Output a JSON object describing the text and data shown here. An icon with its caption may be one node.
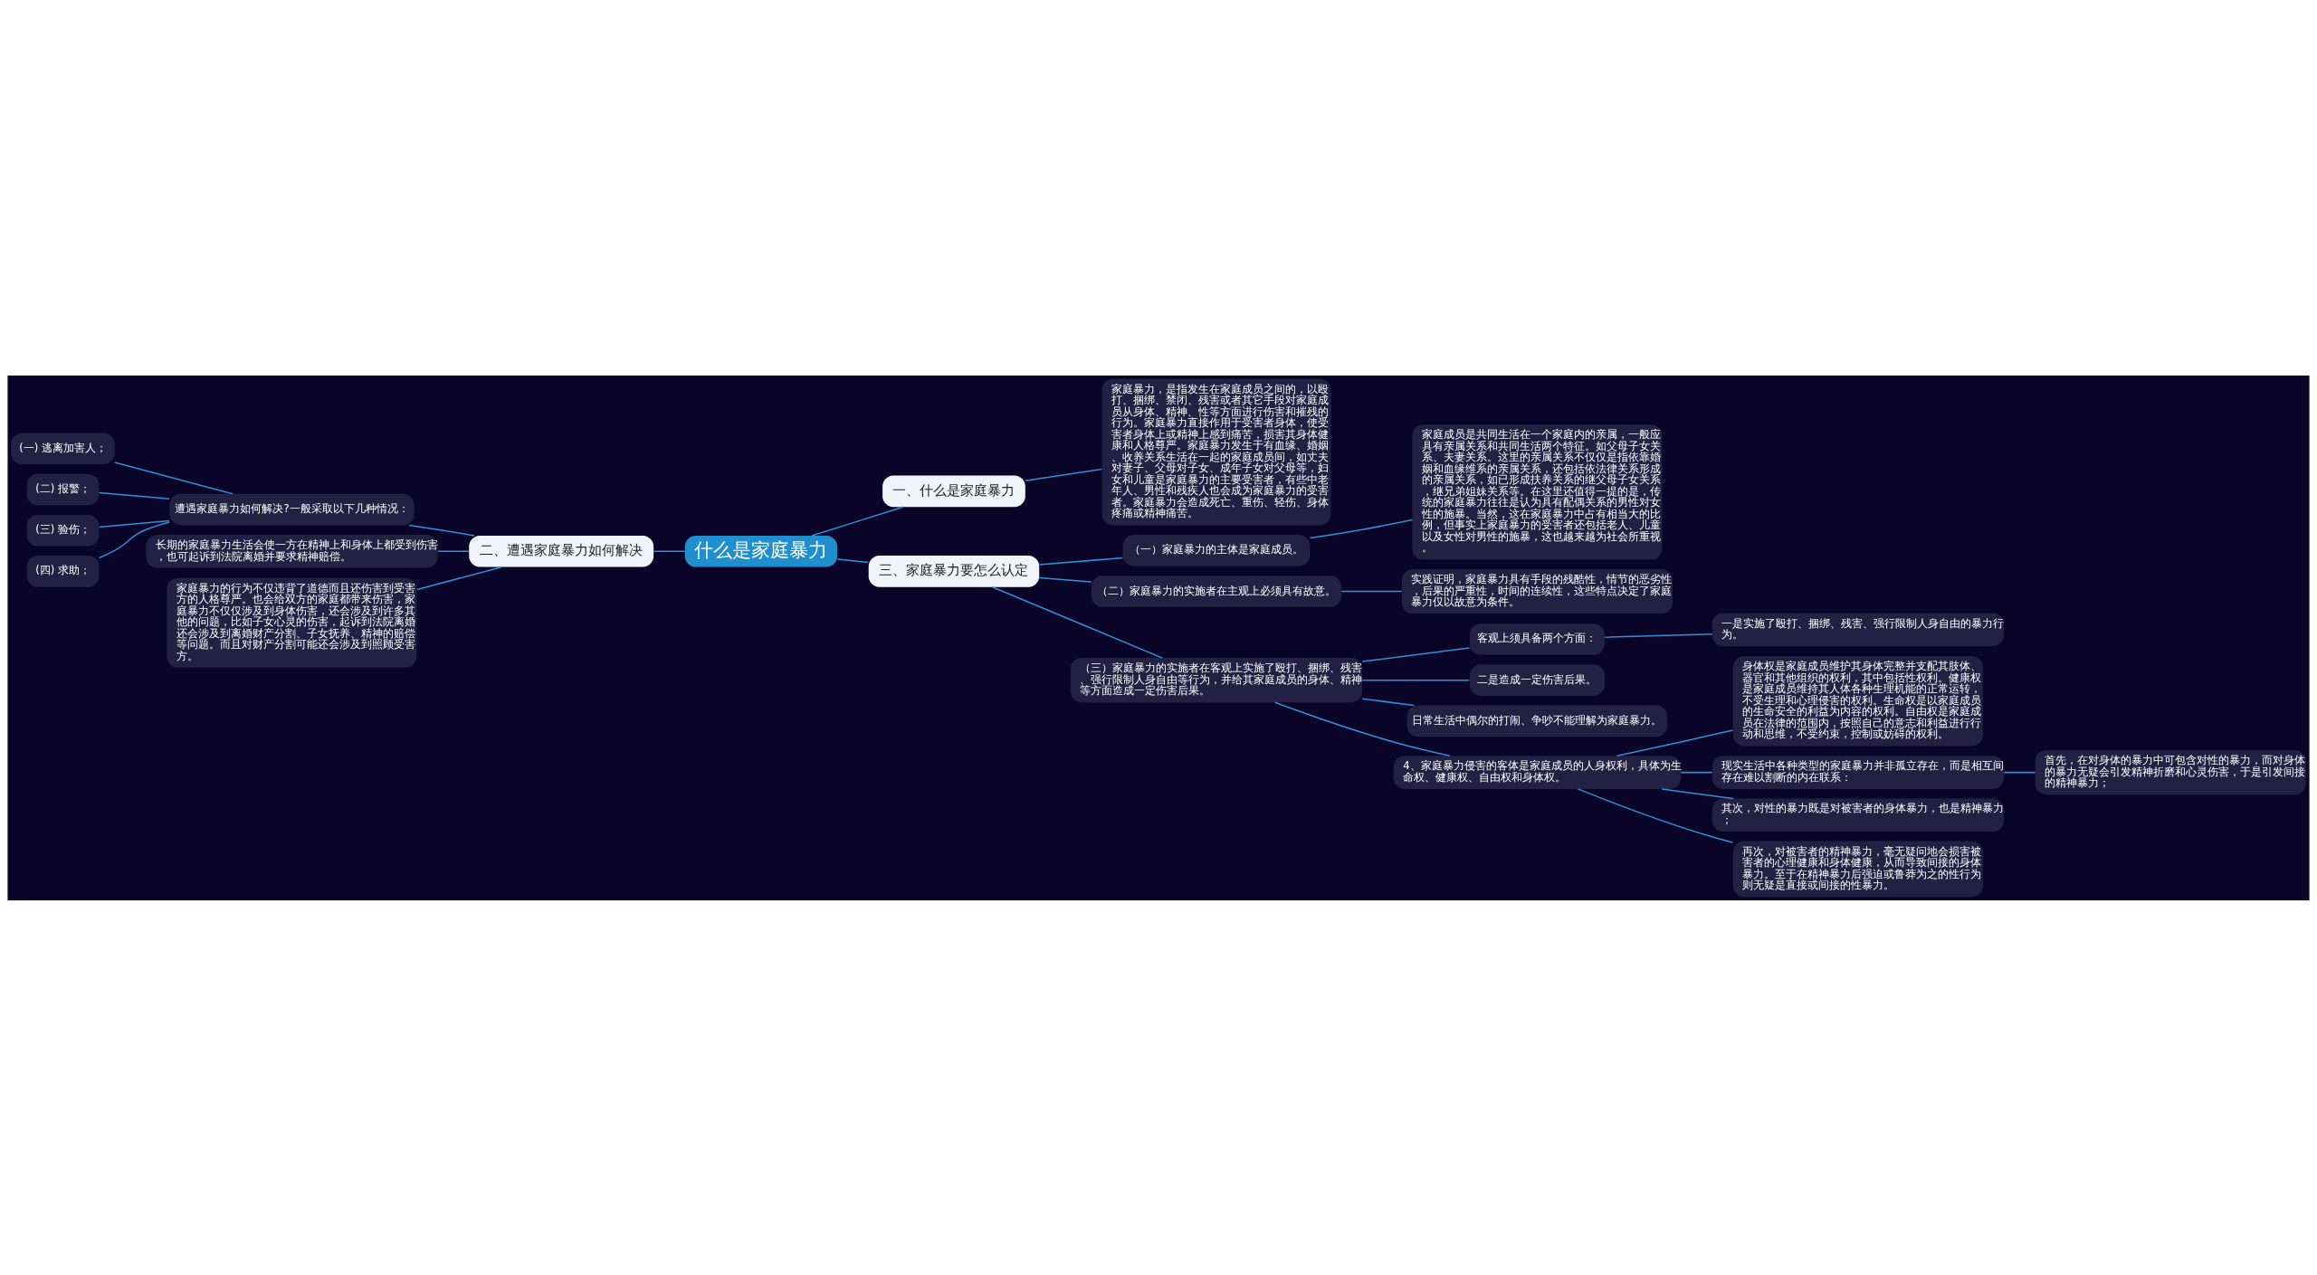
{
  "diagram": {
    "nodes": [
      {
        "text": [
          "什么是家庭暴力"
        ]
      },
      {
        "text": [
          "一、什么是家庭暴力"
        ]
      },
      {
        "text": [
          "家庭暴力，是指发生在家庭成员之间的，以殴打、捆绑、禁闭、残害或者其它手段对家庭成员从身体、精神、性等方面进行伤害和摧残的行为。家庭暴力直接作用于受害者身体，使受害者身体上或精神上感到痛苦，损害其身体健康和人格尊严。家庭暴力发生于有血缘、婚姻、收养关系生活在一起的家庭成员间，如丈夫对妻子、父母对子女、成年子女对父母等，妇女和儿童是家庭暴力的主要受害者，有些中老年人、男性和残疾人也会成为家庭暴力的受害者。家庭暴力会造成死亡、重伤、轻伤、身体疼痛或精神痛苦。"
        ]
      },
      {
        "text": [
          "二、遭遇家庭暴力如何解决"
        ]
      },
      {
        "text": [
          "遭遇家庭暴力如何解决?一般采取以下几种情况："
        ]
      },
      {
        "text": [
          "(一) 逃离加害人；"
        ]
      },
      {
        "text": [
          "(二) 报警；"
        ]
      },
      {
        "text": [
          "(三) 验伤；"
        ]
      },
      {
        "text": [
          "(四) 求助；"
        ]
      },
      {
        "text": [
          "长期的家庭暴力生活会使一方在精神上和身体上都受到伤害，也可起诉到法院离婚并要求精神赔偿。"
        ]
      },
      {
        "text": [
          "家庭暴力的行为不仅违背了道德而且还伤害到受害方的人格尊严。也会给双方的家庭都带来伤害，家庭暴力不仅仅涉及到身体伤害，还会涉及到许多其他的问题，比如子女心灵的伤害，起诉到法院离婚还会涉及到离婚财产分割、子女抚养、精神的赔偿等问题。而且对财产分割可能还会涉及到照顾受害方。"
        ]
      },
      {
        "text": [
          "三、家庭暴力要怎么认定"
        ]
      },
      {
        "text": [
          "（一）家庭暴力的主体是家庭成员。"
        ]
      },
      {
        "text": [
          "家庭成员是共同生活在一个家庭内的亲属，一般应具有亲属关系和共同生活两个特征。如父母子女关系、夫妻关系。这里的亲属关系不仅仅是指依靠婚姻和血缘维系的亲属关系，还包括依法律关系形成的亲属关系，如已形成扶养关系的继父母子女关系，继兄弟姐妹关系等。在这里还值得一提的是，传统的家庭暴力往往是认为具有配偶关系的男性对女性的施暴。当然，这在家庭暴力中占有相当大的比例，但事实上家庭暴力的受害者还包括老人、儿童以及女性对男性的施暴，这也越来越为社会所重视。"
        ]
      },
      {
        "text": [
          "（二）家庭暴力的实施者在主观上必须具有故意。"
        ]
      },
      {
        "text": [
          "实践证明，家庭暴力具有手段的残酷性，情节的恶劣性，后果的严重性，时间的连续性，这些特点决定了家庭暴力仅以故意为条件。"
        ]
      },
      {
        "text": [
          "（三）家庭暴力的实施者在客观上实施了殴打、捆绑、残害、强行限制人身自由等行为，并给其家庭成员的身体、精神等方面造成一定伤害后果。"
        ]
      },
      {
        "text": [
          "客观上须具备两个方面："
        ]
      },
      {
        "text": [
          "一是实施了殴打、捆绑、残害、强行限制人身自由的暴力行为。"
        ]
      },
      {
        "text": [
          "二是造成一定伤害后果。"
        ]
      },
      {
        "text": [
          "日常生活中偶尔的打闹、争吵不能理解为家庭暴力。"
        ]
      },
      {
        "text": [
          "4、家庭暴力侵害的客体是家庭成员的人身权利，具体为生命权、健康权、自由权和身体权。"
        ]
      },
      {
        "text": [
          "身体权是家庭成员维护其身体完整并支配其肢体、器官和其他组织的权利，其中包括性权利。健康权是家庭成员维持其人体各种生理机能的正常运转，不受生理和心理侵害的权利。生命权是以家庭成员的生命安全的利益为内容的权利。自由权是家庭成员在法律的范围内，按照自己的意志和利益进行行动和思维，不受约束，控制或妨碍的权利。"
        ]
      },
      {
        "text": [
          "现实生活中各种类型的家庭暴力并非孤立存在，而是相互间存在难以割断的内在联系："
        ]
      },
      {
        "text": [
          "首先，在对身体的暴力中可包含对性的暴力，而对身体的暴力无疑会引发精神折磨和心灵伤害，于是引发间接的精神暴力；"
        ]
      },
      {
        "text": [
          "其次，对性的暴力既是对被害者的身体暴力，也是精神暴力；"
        ]
      },
      {
        "text": [
          "再次，对被害者的精神暴力，毫无疑问地会损害被害者的心理健康和身体健康，从而导致间接的身体暴力。至于在精神暴力后强迫或鲁莽为之的性行为则无疑是直接或间接的性暴力。"
        ]
      }
    ],
    "edges": [
      {
        "from": 0,
        "to": 1,
        "arrow": "none"
      },
      {
        "from": 1,
        "to": 2,
        "arrow": "none"
      },
      {
        "from": 0,
        "to": 3,
        "arrow": "none"
      },
      {
        "from": 3,
        "to": 4,
        "arrow": "none"
      },
      {
        "from": 4,
        "to": 5,
        "arrow": "none"
      },
      {
        "from": 4,
        "to": 6,
        "arrow": "none"
      },
      {
        "from": 4,
        "to": 7,
        "arrow": "none"
      },
      {
        "from": 4,
        "to": 8,
        "arrow": "none"
      },
      {
        "from": 3,
        "to": 9,
        "arrow": "none"
      },
      {
        "from": 3,
        "to": 10,
        "arrow": "none"
      },
      {
        "from": 0,
        "to": 11,
        "arrow": "none"
      },
      {
        "from": 11,
        "to": 12,
        "arrow": "none"
      },
      {
        "from": 12,
        "to": 13,
        "arrow": "none"
      },
      {
        "from": 11,
        "to": 14,
        "arrow": "none"
      },
      {
        "from": 14,
        "to": 15,
        "arrow": "none"
      },
      {
        "from": 11,
        "to": 16,
        "arrow": "none"
      },
      {
        "from": 16,
        "to": 17,
        "arrow": "none"
      },
      {
        "from": 17,
        "to": 18,
        "arrow": "none"
      },
      {
        "from": 16,
        "to": 19,
        "arrow": "none"
      },
      {
        "from": 16,
        "to": 20,
        "arrow": "none"
      },
      {
        "from": 16,
        "to": 21,
        "arrow": "none"
      },
      {
        "from": 21,
        "to": 22,
        "arrow": "none"
      },
      {
        "from": 21,
        "to": 23,
        "arrow": "none"
      },
      {
        "from": 23,
        "to": 24,
        "arrow": "none"
      },
      {
        "from": 21,
        "to": 25,
        "arrow": "none"
      },
      {
        "from": 21,
        "to": 26,
        "arrow": "none"
      }
    ]
  }
}
